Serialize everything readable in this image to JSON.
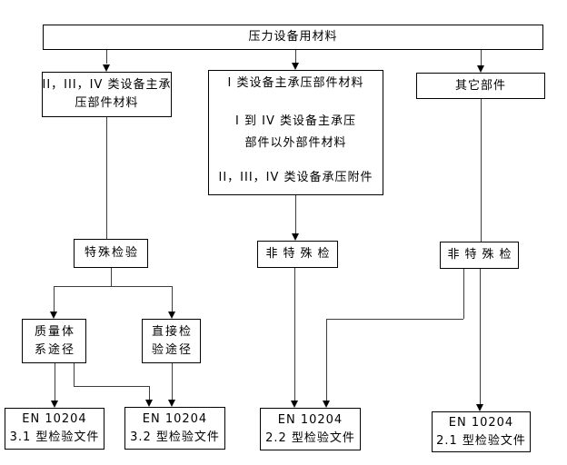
{
  "page": {
    "background_color": "#ffffff",
    "box_border_color": "#000000",
    "line_color": "#3d3d3d",
    "text_color": "#000000"
  },
  "nodes": {
    "root": {
      "label": "压力设备用材料"
    },
    "branch_left": {
      "lines": [
        "II，III，IV 类设备主承",
        "压部件材料"
      ]
    },
    "branch_mid": {
      "para1": "I 类设备主承压部件材料",
      "para2_line1": "I 到 IV 类设备主承压",
      "para2_line2": "部件以外部件材料",
      "para3": "II，III，IV 类设备承压附件"
    },
    "branch_right": {
      "label": "其它部件"
    },
    "special": {
      "label": "特殊检验"
    },
    "nonspecial_mid": {
      "label": "非特殊检"
    },
    "nonspecial_right": {
      "label": "非特殊检"
    },
    "quality": {
      "lines": [
        "质量体",
        "系途径"
      ]
    },
    "direct": {
      "lines": [
        "直接检",
        "验途径"
      ]
    },
    "en31": {
      "lines": [
        "EN 10204",
        "3.1 型检验文件"
      ]
    },
    "en32": {
      "lines": [
        "EN 10204",
        "3.2 型检验文件"
      ]
    },
    "en22": {
      "lines": [
        "EN 10204",
        "2.2 型检验文件"
      ]
    },
    "en21": {
      "lines": [
        "EN 10204",
        "2.1 型检验文件"
      ]
    }
  },
  "edges": [
    {
      "from": "root",
      "to": "branch_left",
      "arrowhead": true
    },
    {
      "from": "root",
      "to": "branch_mid",
      "arrowhead": true
    },
    {
      "from": "root",
      "to": "branch_right",
      "arrowhead": true
    },
    {
      "from": "branch_left",
      "to": "special",
      "arrowhead": false
    },
    {
      "from": "branch_mid",
      "to": "nonspecial_mid",
      "arrowhead": true
    },
    {
      "from": "branch_right",
      "to": "nonspecial_right",
      "arrowhead": false
    },
    {
      "from": "special",
      "to": "quality",
      "arrowhead": true
    },
    {
      "from": "special",
      "to": "direct",
      "arrowhead": true
    },
    {
      "from": "quality",
      "to": "en31",
      "arrowhead": true
    },
    {
      "from": "quality",
      "to": "en32",
      "arrowhead": true
    },
    {
      "from": "direct",
      "to": "en32",
      "arrowhead": true
    },
    {
      "from": "nonspecial_mid",
      "to": "en22",
      "arrowhead": true
    },
    {
      "from": "nonspecial_right",
      "to": "en22",
      "arrowhead": true
    },
    {
      "from": "nonspecial_right",
      "to": "en21",
      "arrowhead": true
    }
  ]
}
